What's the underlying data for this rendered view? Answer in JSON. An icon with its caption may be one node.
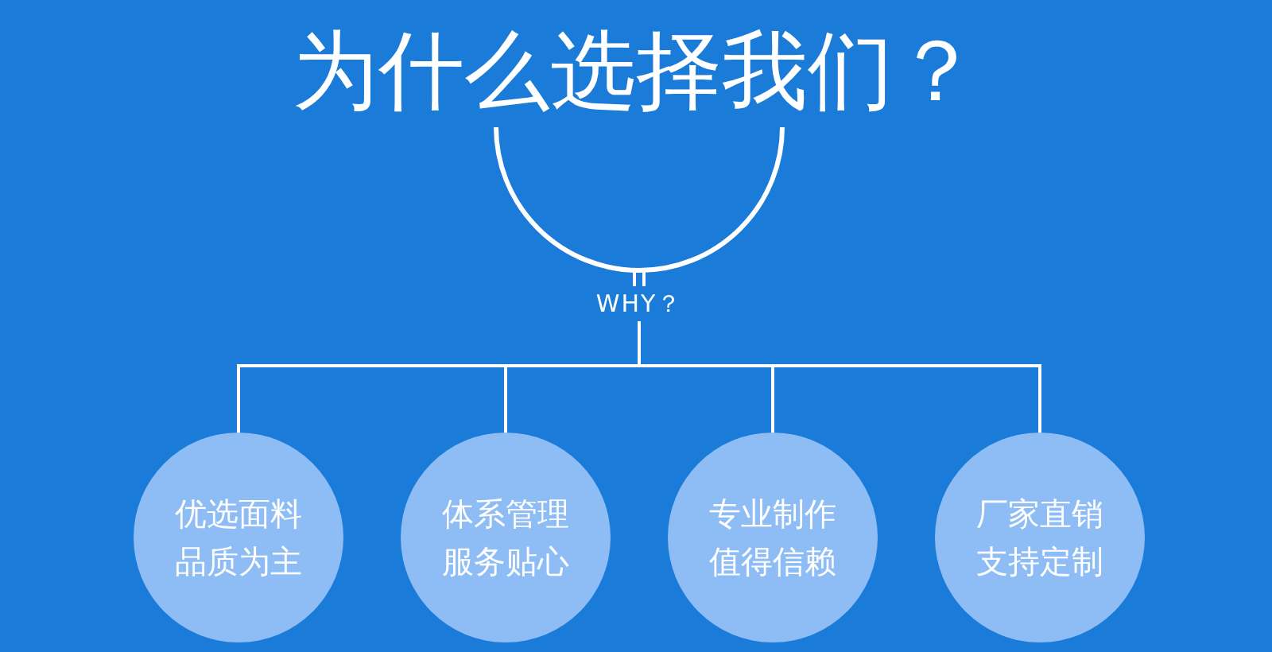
{
  "diagram": {
    "title": "为什么选择我们？",
    "nodes": [
      {
        "text": [
          "WHY？"
        ]
      },
      {
        "text": [
          "优选面料品质为主"
        ]
      },
      {
        "text": [
          "体系管理服务贴心"
        ]
      },
      {
        "text": [
          "专业制作值得信赖"
        ]
      },
      {
        "text": [
          "厂家直销支持定制"
        ]
      }
    ],
    "edges": [
      {
        "from": 0,
        "to": 1,
        "arrow": "none"
      },
      {
        "from": 0,
        "to": 2,
        "arrow": "none"
      },
      {
        "from": 0,
        "to": 3,
        "arrow": "none"
      },
      {
        "from": 0,
        "to": 4,
        "arrow": "none"
      }
    ]
  }
}
